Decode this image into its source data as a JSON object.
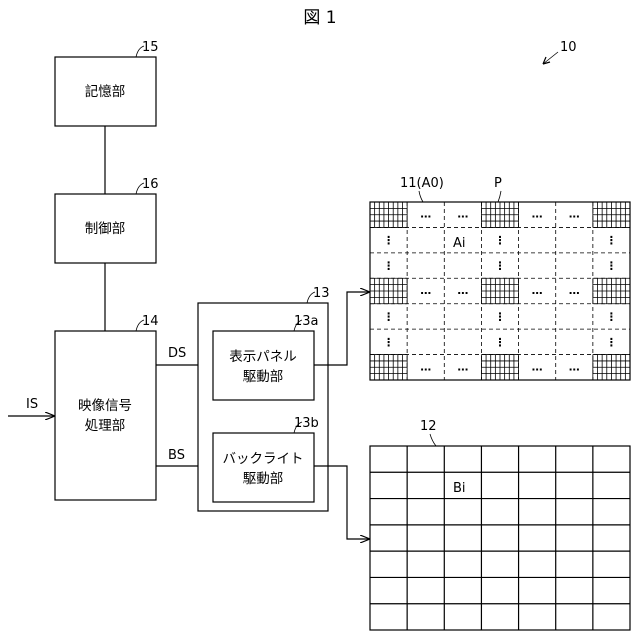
{
  "figure_title": "図 1",
  "system_ref": "10",
  "blocks": {
    "memory": {
      "ref": "15",
      "label": "記憶部"
    },
    "control": {
      "ref": "16",
      "label": "制御部"
    },
    "video": {
      "ref": "14",
      "label_line1": "映像信号",
      "label_line2": "処理部"
    },
    "drive_unit": {
      "ref": "13"
    },
    "panel_drive": {
      "ref": "13a",
      "label_line1": "表示パネル",
      "label_line2": "駆動部"
    },
    "backlight_drive": {
      "ref": "13b",
      "label_line1": "バックライト",
      "label_line2": "駆動部"
    }
  },
  "signals": {
    "is": "IS",
    "ds": "DS",
    "bs": "BS"
  },
  "display_panel": {
    "ref": "11(A0)",
    "pixel_ref": "P",
    "area_label": "Ai",
    "rows": 7,
    "cols": 7,
    "ellipsis_h": "…",
    "ellipsis_v": "⋮"
  },
  "backlight": {
    "ref": "12",
    "area_label": "Bi",
    "rows": 7,
    "cols": 7
  }
}
